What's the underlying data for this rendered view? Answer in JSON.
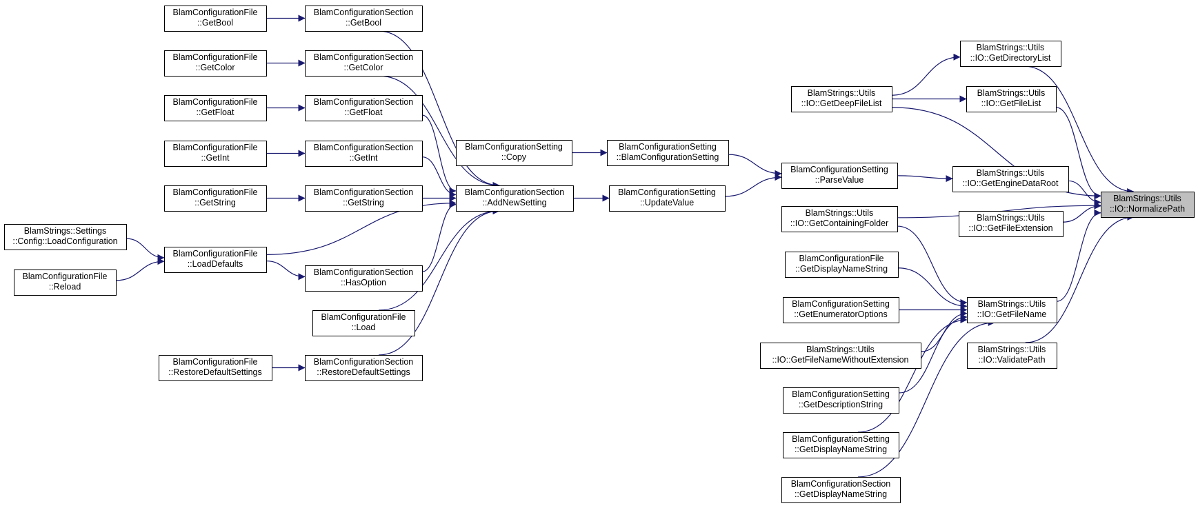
{
  "graph": {
    "colors": {
      "edge": "#191970",
      "node_border": "#000000",
      "node_fill": "#ffffff",
      "root_fill": "#bfbfbf"
    },
    "nodes": [
      {
        "id": "cf_getbool",
        "lines": [
          "BlamConfigurationFile",
          "::GetBool"
        ]
      },
      {
        "id": "cs_getbool",
        "lines": [
          "BlamConfigurationSection",
          "::GetBool"
        ]
      },
      {
        "id": "cf_getcolor",
        "lines": [
          "BlamConfigurationFile",
          "::GetColor"
        ]
      },
      {
        "id": "cs_getcolor",
        "lines": [
          "BlamConfigurationSection",
          "::GetColor"
        ]
      },
      {
        "id": "cf_getfloat",
        "lines": [
          "BlamConfigurationFile",
          "::GetFloat"
        ]
      },
      {
        "id": "cs_getfloat",
        "lines": [
          "BlamConfigurationSection",
          "::GetFloat"
        ]
      },
      {
        "id": "cf_getint",
        "lines": [
          "BlamConfigurationFile",
          "::GetInt"
        ]
      },
      {
        "id": "cs_getint",
        "lines": [
          "BlamConfigurationSection",
          "::GetInt"
        ]
      },
      {
        "id": "cf_getstring",
        "lines": [
          "BlamConfigurationFile",
          "::GetString"
        ]
      },
      {
        "id": "cs_getstring",
        "lines": [
          "BlamConfigurationSection",
          "::GetString"
        ]
      },
      {
        "id": "settings_loadconfig",
        "lines": [
          "BlamStrings::Settings",
          "::Config::LoadConfiguration"
        ]
      },
      {
        "id": "cf_loaddefaults",
        "lines": [
          "BlamConfigurationFile",
          "::LoadDefaults"
        ]
      },
      {
        "id": "cf_reload",
        "lines": [
          "BlamConfigurationFile",
          "::Reload"
        ]
      },
      {
        "id": "cs_hasoption",
        "lines": [
          "BlamConfigurationSection",
          "::HasOption"
        ]
      },
      {
        "id": "cf_load",
        "lines": [
          "BlamConfigurationFile",
          "::Load"
        ]
      },
      {
        "id": "cf_restore",
        "lines": [
          "BlamConfigurationFile",
          "::RestoreDefaultSettings"
        ]
      },
      {
        "id": "cs_restore",
        "lines": [
          "BlamConfigurationSection",
          "::RestoreDefaultSettings"
        ]
      },
      {
        "id": "cset_copy",
        "lines": [
          "BlamConfigurationSetting",
          "::Copy"
        ]
      },
      {
        "id": "cs_addnew",
        "lines": [
          "BlamConfigurationSection",
          "::AddNewSetting"
        ]
      },
      {
        "id": "cset_ctor",
        "lines": [
          "BlamConfigurationSetting",
          "::BlamConfigurationSetting"
        ]
      },
      {
        "id": "cset_update",
        "lines": [
          "BlamConfigurationSetting",
          "::UpdateValue"
        ]
      },
      {
        "id": "cset_parse",
        "lines": [
          "BlamConfigurationSetting",
          "::ParseValue"
        ]
      },
      {
        "id": "io_deepfilelist",
        "lines": [
          "BlamStrings::Utils",
          "::IO::GetDeepFileList"
        ]
      },
      {
        "id": "io_getdirlist",
        "lines": [
          "BlamStrings::Utils",
          "::IO::GetDirectoryList"
        ]
      },
      {
        "id": "io_getfilelist",
        "lines": [
          "BlamStrings::Utils",
          "::IO::GetFileList"
        ]
      },
      {
        "id": "io_enginedataroot",
        "lines": [
          "BlamStrings::Utils",
          "::IO::GetEngineDataRoot"
        ]
      },
      {
        "id": "io_getfileext",
        "lines": [
          "BlamStrings::Utils",
          "::IO::GetFileExtension"
        ]
      },
      {
        "id": "io_containingfolder",
        "lines": [
          "BlamStrings::Utils",
          "::IO::GetContainingFolder"
        ]
      },
      {
        "id": "cf_displayname",
        "lines": [
          "BlamConfigurationFile",
          "::GetDisplayNameString"
        ]
      },
      {
        "id": "cset_enumopts",
        "lines": [
          "BlamConfigurationSetting",
          "::GetEnumeratorOptions"
        ]
      },
      {
        "id": "io_filenamenoext",
        "lines": [
          "BlamStrings::Utils",
          "::IO::GetFileNameWithoutExtension"
        ]
      },
      {
        "id": "cset_desc",
        "lines": [
          "BlamConfigurationSetting",
          "::GetDescriptionString"
        ]
      },
      {
        "id": "cset_displayname",
        "lines": [
          "BlamConfigurationSetting",
          "::GetDisplayNameString"
        ]
      },
      {
        "id": "cs_displayname",
        "lines": [
          "BlamConfigurationSection",
          "::GetDisplayNameString"
        ]
      },
      {
        "id": "io_getfilename",
        "lines": [
          "BlamStrings::Utils",
          "::IO::GetFileName"
        ]
      },
      {
        "id": "io_validatepath",
        "lines": [
          "BlamStrings::Utils",
          "::IO::ValidatePath"
        ]
      },
      {
        "id": "io_normalizepath",
        "lines": [
          "BlamStrings::Utils",
          "::IO::NormalizePath"
        ],
        "root": true
      }
    ],
    "edges": [
      {
        "from": "cf_getbool",
        "to": "cs_getbool"
      },
      {
        "from": "cf_getcolor",
        "to": "cs_getcolor"
      },
      {
        "from": "cf_getfloat",
        "to": "cs_getfloat"
      },
      {
        "from": "cf_getint",
        "to": "cs_getint"
      },
      {
        "from": "cf_getstring",
        "to": "cs_getstring"
      },
      {
        "from": "settings_loadconfig",
        "to": "cf_loaddefaults"
      },
      {
        "from": "cf_reload",
        "to": "cf_loaddefaults"
      },
      {
        "from": "cf_loaddefaults",
        "to": "cs_hasoption"
      },
      {
        "from": "cf_restore",
        "to": "cs_restore"
      },
      {
        "from": "cs_getbool",
        "to": "cs_addnew"
      },
      {
        "from": "cs_getcolor",
        "to": "cs_addnew"
      },
      {
        "from": "cs_getfloat",
        "to": "cs_addnew"
      },
      {
        "from": "cs_getint",
        "to": "cs_addnew"
      },
      {
        "from": "cs_getstring",
        "to": "cs_addnew"
      },
      {
        "from": "cf_loaddefaults",
        "to": "cs_addnew"
      },
      {
        "from": "cs_hasoption",
        "to": "cs_addnew"
      },
      {
        "from": "cf_load",
        "to": "cs_addnew"
      },
      {
        "from": "cs_restore",
        "to": "cs_addnew"
      },
      {
        "from": "cset_copy",
        "to": "cset_ctor"
      },
      {
        "from": "cs_addnew",
        "to": "cset_update"
      },
      {
        "from": "cset_ctor",
        "to": "cset_parse"
      },
      {
        "from": "cset_update",
        "to": "cset_parse"
      },
      {
        "from": "cset_parse",
        "to": "io_enginedataroot"
      },
      {
        "from": "io_deepfilelist",
        "to": "io_getdirlist"
      },
      {
        "from": "io_deepfilelist",
        "to": "io_getfilelist"
      },
      {
        "from": "io_getdirlist",
        "to": "io_normalizepath"
      },
      {
        "from": "io_getfilelist",
        "to": "io_normalizepath"
      },
      {
        "from": "io_deepfilelist",
        "to": "io_normalizepath"
      },
      {
        "from": "io_enginedataroot",
        "to": "io_normalizepath"
      },
      {
        "from": "io_getfileext",
        "to": "io_normalizepath"
      },
      {
        "from": "io_containingfolder",
        "to": "io_normalizepath"
      },
      {
        "from": "io_containingfolder",
        "to": "io_getfilename"
      },
      {
        "from": "cf_displayname",
        "to": "io_getfilename"
      },
      {
        "from": "cset_enumopts",
        "to": "io_getfilename"
      },
      {
        "from": "io_filenamenoext",
        "to": "io_getfilename"
      },
      {
        "from": "cset_desc",
        "to": "io_getfilename"
      },
      {
        "from": "cset_displayname",
        "to": "io_getfilename"
      },
      {
        "from": "cs_displayname",
        "to": "io_getfilename"
      },
      {
        "from": "io_getfilename",
        "to": "io_normalizepath"
      },
      {
        "from": "io_validatepath",
        "to": "io_normalizepath"
      }
    ]
  }
}
